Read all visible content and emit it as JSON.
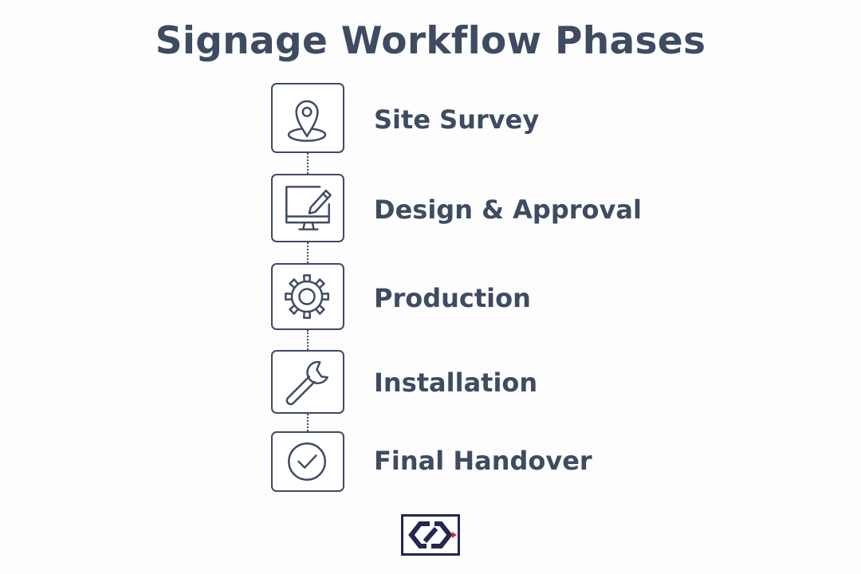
{
  "title": "Signage Workflow Phases",
  "colors": {
    "ink": "#3e4b61",
    "logo_navy": "#23284f",
    "logo_accent": "#d8262e",
    "background": "#fdfdfd"
  },
  "steps": [
    {
      "label": "Site Survey",
      "icon": "location-pin-icon"
    },
    {
      "label": "Design & Approval",
      "icon": "monitor-pencil-icon"
    },
    {
      "label": "Production",
      "icon": "gear-icon"
    },
    {
      "label": "Installation",
      "icon": "wrench-icon"
    },
    {
      "label": "Final Handover",
      "icon": "check-circle-icon"
    }
  ],
  "logo": {
    "icon": "company-logo"
  }
}
